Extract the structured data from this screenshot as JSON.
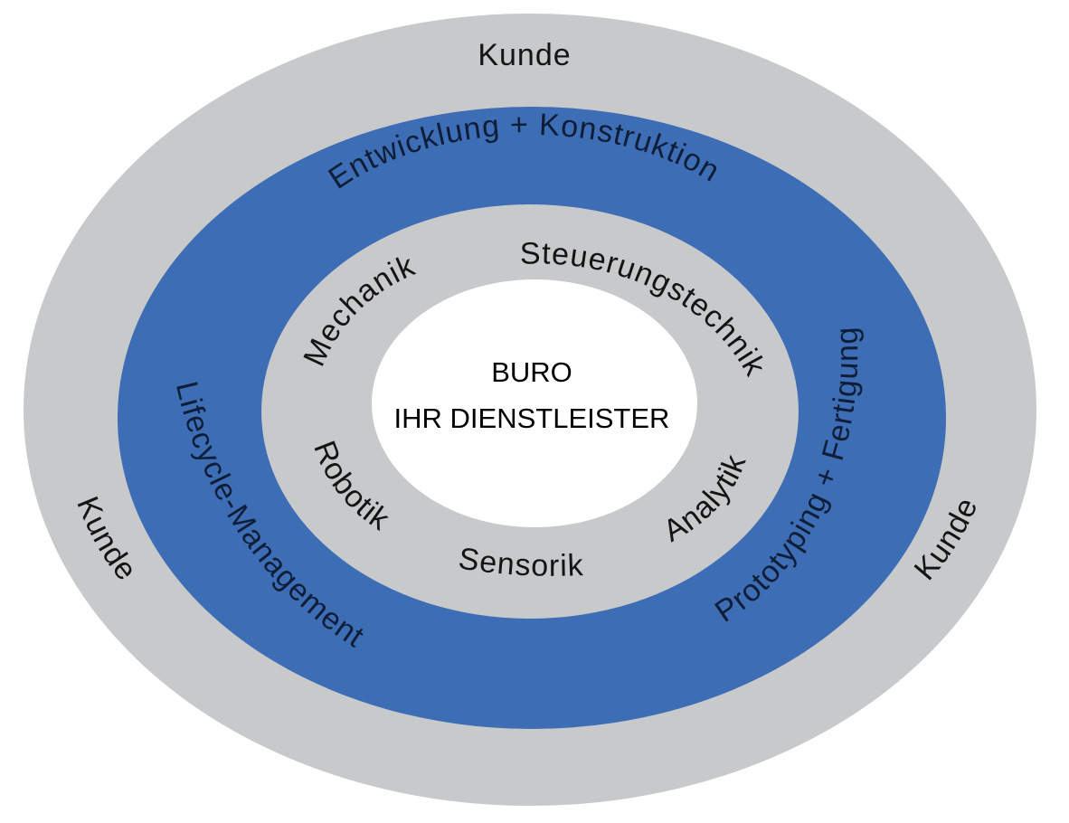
{
  "colors": {
    "outer_ring": "#c8c9cb",
    "middle_ring": "#3d6db5",
    "inner_ring": "#c8c9cb",
    "core": "#ffffff",
    "text": "#141414"
  },
  "center": {
    "line1": "BURO",
    "line2": "IHR DIENSTLEISTER"
  },
  "outer_ring": {
    "top": "Kunde",
    "left": "Kunde",
    "right": "Kunde"
  },
  "middle_ring": {
    "top": "Entwicklung + Konstruktion",
    "left": "Lifecycle-Management",
    "right": "Prototyping + Fertigung"
  },
  "inner_ring": {
    "mechanik": "Mechanik",
    "steuerung": "Steuerungstechnik",
    "robotik": "Robotik",
    "sensorik": "Sensorik",
    "analytik": "Analytik"
  }
}
